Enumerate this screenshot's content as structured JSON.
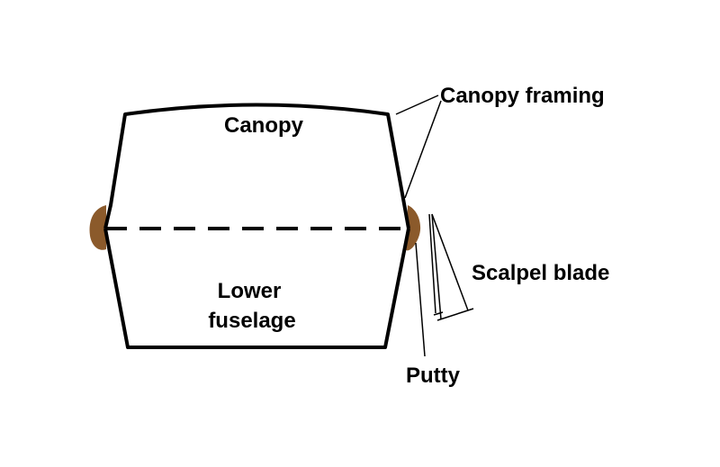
{
  "labels": {
    "canopy": "Canopy",
    "lower_fuselage_line1": "Lower",
    "lower_fuselage_line2": "fuselage",
    "canopy_framing": "Canopy framing",
    "scalpel_blade": "Scalpel blade",
    "putty": "Putty"
  },
  "colors": {
    "outline": "#000000",
    "putty": "#8B5A2B",
    "background": "#ffffff"
  }
}
